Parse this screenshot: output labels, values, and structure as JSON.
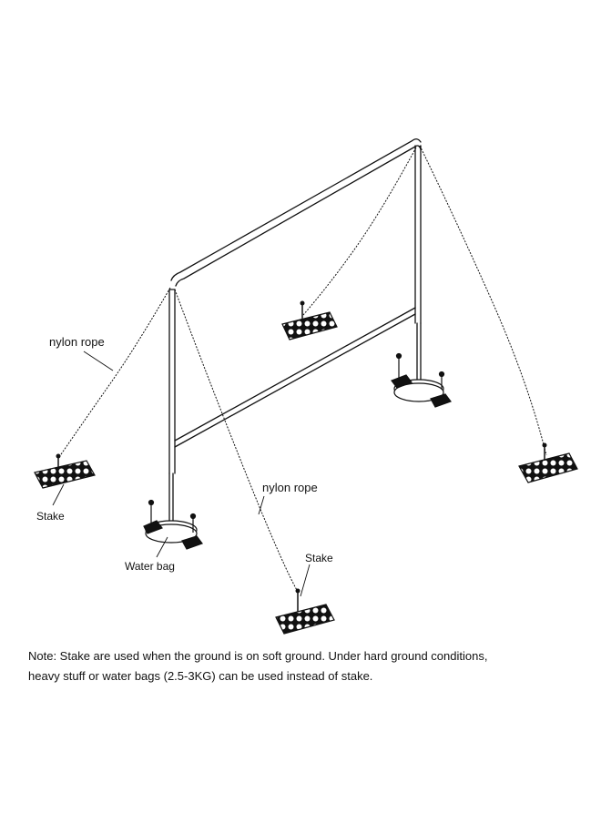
{
  "labels": {
    "rope_left": "nylon rope",
    "rope_center": "nylon rope",
    "stake_left": "Stake",
    "stake_center": "Stake",
    "water_bag": "Water bag"
  },
  "note": {
    "line1": "Note: Stake are used when the ground is on soft ground. Under hard ground conditions,",
    "line2": "heavy stuff or water bags (2.5-3KG) can be used instead of stake."
  },
  "colors": {
    "line": "#111111",
    "background": "#ffffff"
  }
}
